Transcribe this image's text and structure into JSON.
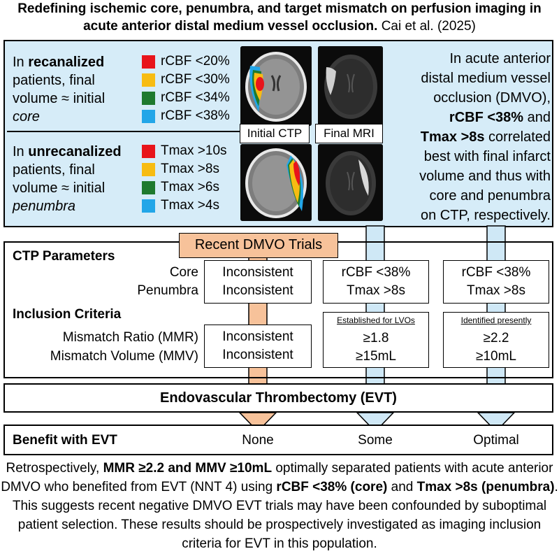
{
  "title": {
    "bold": "Redefining ischemic core, penumbra, and target mismatch on perfusion imaging in acute anterior distal medium vessel occlusion.",
    "citation": " Cai et al. (2025)"
  },
  "recanalized": {
    "text_pre": "In ",
    "text_bold": "recanalized",
    "line2": "patients, final",
    "line3": "volume ≈ initial",
    "line4": "core",
    "legend": [
      {
        "label": "rCBF <20%",
        "color": "#e8141b"
      },
      {
        "label": "rCBF <30%",
        "color": "#f7bc12"
      },
      {
        "label": "rCBF <34%",
        "color": "#1e7a2e"
      },
      {
        "label": "rCBF <38%",
        "color": "#22a6e8"
      }
    ]
  },
  "unrecanalized": {
    "text_pre": "In ",
    "text_bold": "unrecanalized",
    "line2": "patients, final",
    "line3": "volume ≈ initial",
    "line4": "penumbra",
    "legend": [
      {
        "label": "Tmax >10s",
        "color": "#e8141b"
      },
      {
        "label": "Tmax >8s",
        "color": "#f7bc12"
      },
      {
        "label": "Tmax >6s",
        "color": "#1e7a2e"
      },
      {
        "label": "Tmax >4s",
        "color": "#22a6e8"
      }
    ]
  },
  "scan_labels": {
    "initial": "Initial CTP",
    "final": "Final MRI"
  },
  "right_text": {
    "l1": "In acute anterior",
    "l2": "distal medium vessel",
    "l3": "occlusion (DMVO),",
    "l4_bold": "rCBF <38%",
    "l4_rest": " and",
    "l5_bold": "Tmax >8s",
    "l5_rest": " correlated",
    "l6": "best with final infarct",
    "l7": "volume and thus with",
    "l8": "core and penumbra",
    "l9": "on CTP, respectively."
  },
  "trials_label": "Recent DMVO Trials",
  "ctp": {
    "heading": "CTP Parameters",
    "core_label": "Core",
    "penumbra_label": "Penumbra",
    "col1": {
      "core": "Inconsistent",
      "penumbra": "Inconsistent"
    },
    "col2": {
      "core": "rCBF <38%",
      "penumbra": "Tmax >8s"
    },
    "col3": {
      "core": "rCBF <38%",
      "penumbra": "Tmax >8s"
    }
  },
  "inclusion": {
    "heading": "Inclusion Criteria",
    "mmr_label": "Mismatch Ratio (MMR)",
    "mmv_label": "Mismatch Volume (MMV)",
    "col1": {
      "mmr": "Inconsistent",
      "mmv": "Inconsistent"
    },
    "col2": {
      "note": "Established for LVOs",
      "mmr": "≥1.8",
      "mmv": "≥15mL"
    },
    "col3": {
      "note": "Identified presently",
      "mmr": "≥2.2",
      "mmv": "≥10mL"
    }
  },
  "evt_label": "Endovascular Thrombectomy (EVT)",
  "benefit": {
    "label": "Benefit with EVT",
    "col1": "None",
    "col2": "Some",
    "col3": "Optimal"
  },
  "conclusion": {
    "p1": "Retrospectively, ",
    "b1": "MMR ≥2.2 and MMV ≥10mL",
    "p2": " optimally separated patients with acute anterior DMVO who benefited from EVT (NNT 4) using ",
    "b2": "rCBF <38% (core)",
    "p3": " and ",
    "b3": "Tmax >8s (penumbra)",
    "p4": ". This suggests recent negative DMVO EVT trials may have been confounded by suboptimal patient selection. These results should be prospectively investigated as imaging inclusion criteria for EVT in this population."
  },
  "colors": {
    "panel_blue": "#d6ecf8",
    "arrow_orange": "#f7c29a",
    "arrow_blue": "#cfe8f6"
  }
}
